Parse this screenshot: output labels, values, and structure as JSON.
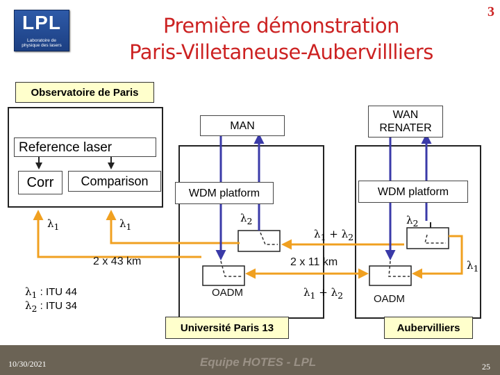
{
  "logo": {
    "text": "LPL",
    "subtitle_line1": "Laboratoire de",
    "subtitle_line2": "physique des lasers"
  },
  "slide": {
    "title_line1": "Première démonstration",
    "title_line2": "Paris-Villetaneuse-Aubervillliers",
    "corner_number": "3"
  },
  "sites": {
    "observatoire": "Observatoire de Paris",
    "universite": "Université Paris 13",
    "aubervilliers": "Aubervilliers"
  },
  "blocks": {
    "reference_laser": "Reference laser",
    "corr": "Corr",
    "comparison": "Comparison",
    "man": "MAN",
    "wan_line1": "WAN",
    "wan_line2": "RENATER",
    "wdm_left": "WDM platform",
    "wdm_right": "WDM platform",
    "oadm_left": "OADM",
    "oadm_right": "OADM"
  },
  "links": {
    "span_43": "2 x 43 km",
    "span_11": "2 x 11 km"
  },
  "wavelengths": {
    "lambda": "λ",
    "one": "1",
    "two": "2",
    "plus": " + ",
    "itu1_text": " : ITU 44",
    "itu2_text": " : ITU 34"
  },
  "colors": {
    "fiber_orange": "#f0a020",
    "link_blue": "#3a3aa8",
    "title_red": "#cc2222",
    "site_yellow": "#ffffcc",
    "footer": "#6b6355"
  },
  "footer": {
    "date": "10/30/2021",
    "center": "Equipe HOTES - LPL",
    "page": "25"
  }
}
